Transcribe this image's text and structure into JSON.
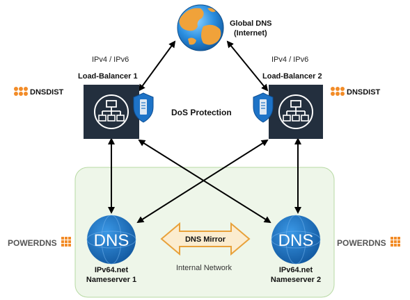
{
  "globe": {
    "line1": "Global DNS",
    "line2": "(Internet)"
  },
  "lb1": {
    "protocol": "IPv4 / IPv6",
    "title": "Load-Balancer 1"
  },
  "lb2": {
    "protocol": "IPv4 / IPv6",
    "title": "Load-Balancer 2"
  },
  "dos_label": "DoS Protection",
  "dnsdist_label": "DNSDIST",
  "powerdns_label": "POWERDNS",
  "ns1": {
    "badge": "DNS",
    "line1": "IPv64.net",
    "line2": "Nameserver 1"
  },
  "ns2": {
    "badge": "DNS",
    "line1": "IPv64.net",
    "line2": "Nameserver 2"
  },
  "mirror_label": "DNS Mirror",
  "network_label": "Internal Network",
  "colors": {
    "network_fill": "#eef6e9",
    "network_stroke": "#b7d9a3",
    "lb_box": "#232f3e",
    "dns_blue": "#1b6fbd",
    "mirror_orange": "#e8a13a",
    "brand_orange": "#f28c28"
  }
}
